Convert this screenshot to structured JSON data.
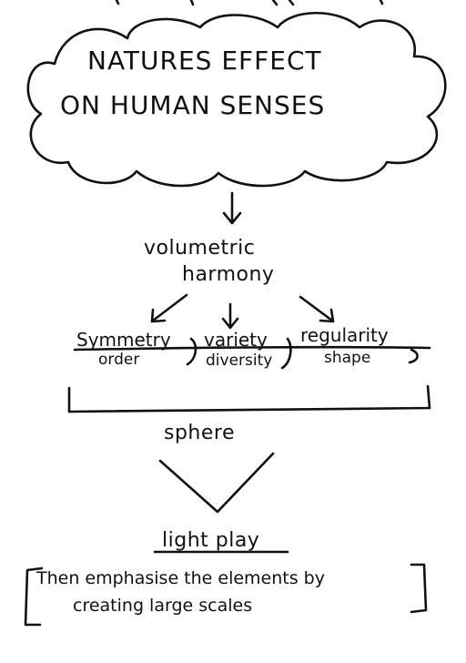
{
  "title": {
    "line1": "NATURES EFFECT",
    "line2": "ON HUMAN SENSES"
  },
  "concept": {
    "line1": "volumetric",
    "line2": "harmony"
  },
  "branches": [
    {
      "label": "Symmetry",
      "sub": "order"
    },
    {
      "label": "variety",
      "sub": "diversity"
    },
    {
      "label": "regularity",
      "sub": "shape"
    }
  ],
  "result": "sphere",
  "effect": "light play",
  "note": {
    "line1": "Then emphasise the elements by",
    "line2": "creating large scales"
  },
  "colors": {
    "ink": "#111111",
    "paper": "#ffffff"
  }
}
